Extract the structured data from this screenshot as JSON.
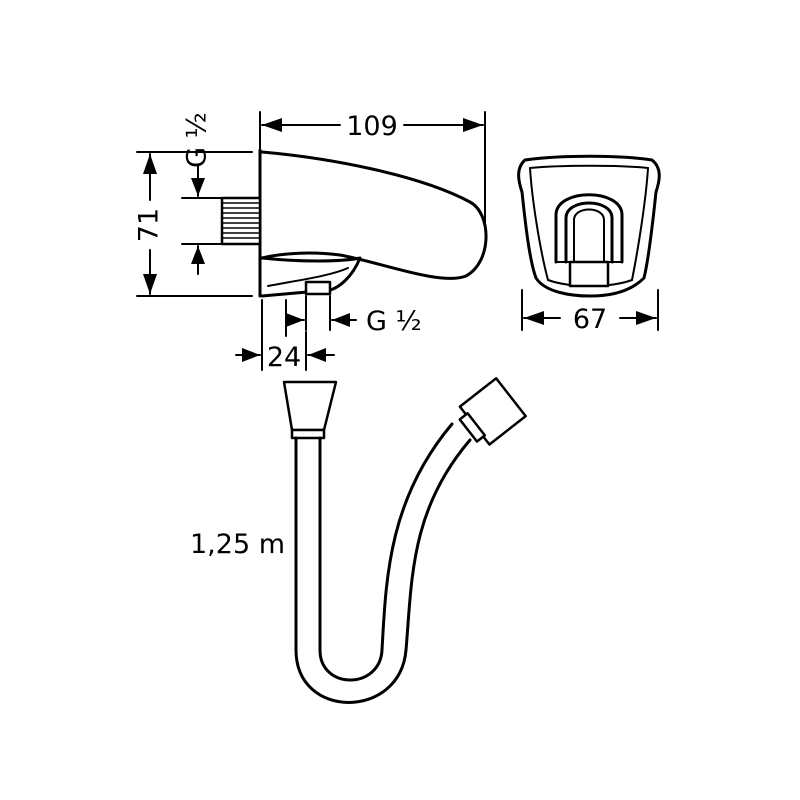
{
  "dimensions": {
    "width_top": "109",
    "height_left": "71",
    "thread_top": "G ½",
    "thread_bottom": "G ½",
    "depth_bottom": "24",
    "width_front": "67",
    "hose_length": "1,25 m"
  },
  "colors": {
    "line": "#000000",
    "background": "#ffffff"
  }
}
